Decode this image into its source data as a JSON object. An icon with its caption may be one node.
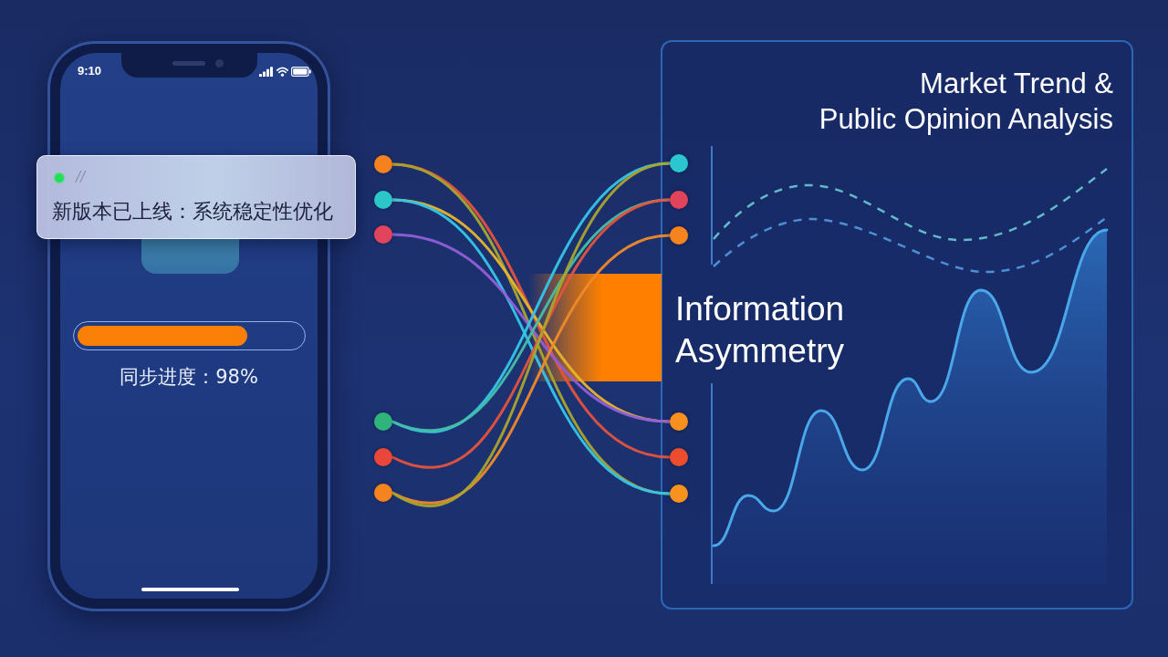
{
  "diagram": {
    "nodes": [
      {
        "text": [
          "9:10",
          "同步进度：98%"
        ]
      },
      {
        "text": [
          "//",
          "新版本已上线：系统稳定性优化"
        ]
      },
      {
        "text": [],
        "shape": "circle"
      },
      {
        "text": [],
        "shape": "circle"
      },
      {
        "text": [],
        "shape": "circle"
      },
      {
        "text": [],
        "shape": "circle"
      },
      {
        "text": [],
        "shape": "circle"
      },
      {
        "text": [],
        "shape": "circle"
      },
      {
        "text": [
          "Market Trend & Public Opinion Analysis",
          "Information Asymmetry"
        ]
      },
      {
        "text": [],
        "shape": "circle",
        "in": 8
      },
      {
        "text": [],
        "shape": "circle",
        "in": 8
      },
      {
        "text": [],
        "shape": "circle",
        "in": 8
      },
      {
        "text": [],
        "shape": "circle",
        "in": 8
      },
      {
        "text": [],
        "shape": "circle",
        "in": 8
      },
      {
        "text": [],
        "shape": "circle",
        "in": 8
      }
    ],
    "edges": [
      {
        "from": 2,
        "to": 13,
        "arrow": "none",
        "color": "#e5533d"
      },
      {
        "from": 2,
        "to": 14,
        "arrow": "none",
        "color": "#a9a52e"
      },
      {
        "from": 3,
        "to": 12,
        "arrow": "none",
        "color": "#e9b52a"
      },
      {
        "from": 3,
        "to": 14,
        "arrow": "none",
        "color": "#35c5e8"
      },
      {
        "from": 4,
        "to": 12,
        "arrow": "none",
        "color": "#8f5fd8"
      },
      {
        "from": 5,
        "to": 9,
        "arrow": "none",
        "color": "#35c5e8"
      },
      {
        "from": 5,
        "to": 10,
        "arrow": "none",
        "color": "#45bfa7"
      },
      {
        "from": 6,
        "to": 10,
        "arrow": "none",
        "color": "#e5533d"
      },
      {
        "from": 7,
        "to": 11,
        "arrow": "none",
        "color": "#f08a2a"
      },
      {
        "from": 7,
        "to": 9,
        "arrow": "none",
        "color": "#a9a52e"
      }
    ]
  }
}
